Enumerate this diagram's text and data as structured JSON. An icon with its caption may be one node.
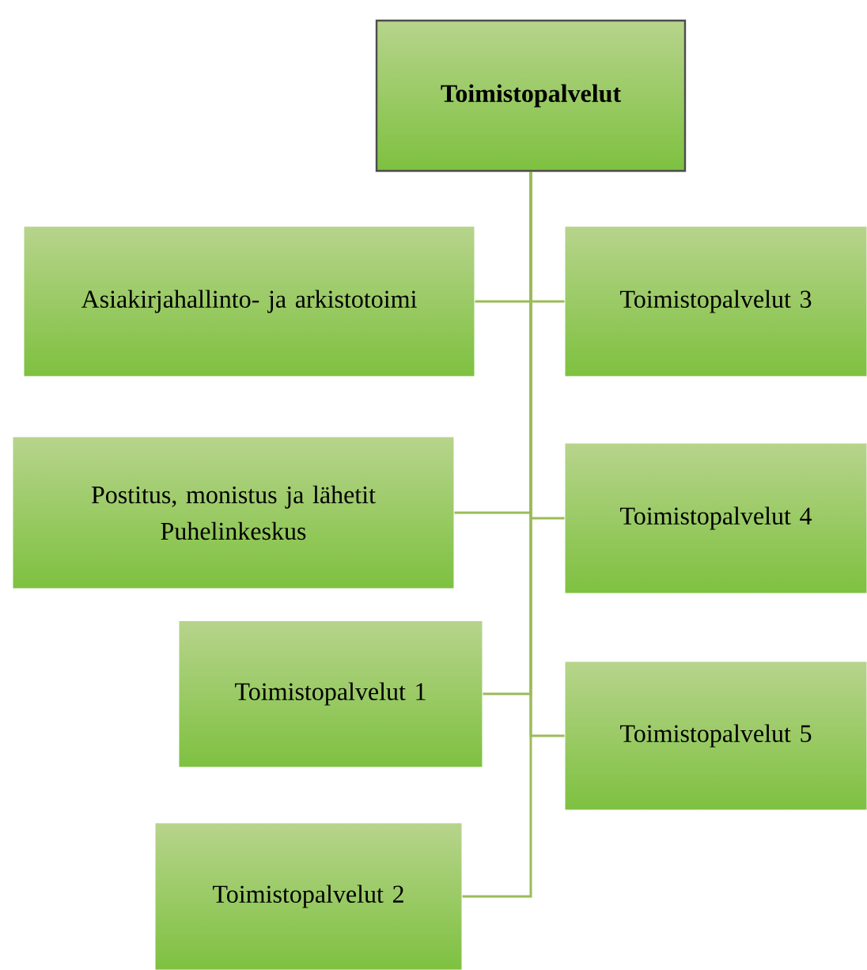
{
  "diagram": {
    "nodes": [
      {
        "text": [
          "Toimistopalvelut"
        ]
      },
      {
        "text": [
          "Asiakirjahallinto- ja arkistotoimi"
        ]
      },
      {
        "text": [
          "Toimistopalvelut 3"
        ]
      },
      {
        "text": [
          "Postitus, monistus ja lähetit",
          "Puhelinkeskus"
        ]
      },
      {
        "text": [
          "Toimistopalvelut 4"
        ]
      },
      {
        "text": [
          "Toimistopalvelut 1"
        ]
      },
      {
        "text": [
          "Toimistopalvelut 5"
        ]
      },
      {
        "text": [
          "Toimistopalvelut 2"
        ]
      }
    ],
    "edges": [
      {
        "from": 0,
        "to": 1,
        "arrow": "none"
      },
      {
        "from": 0,
        "to": 2,
        "arrow": "none"
      },
      {
        "from": 0,
        "to": 3,
        "arrow": "none"
      },
      {
        "from": 0,
        "to": 4,
        "arrow": "none"
      },
      {
        "from": 0,
        "to": 5,
        "arrow": "none"
      },
      {
        "from": 0,
        "to": 6,
        "arrow": "none"
      },
      {
        "from": 0,
        "to": 7,
        "arrow": "none"
      }
    ]
  }
}
